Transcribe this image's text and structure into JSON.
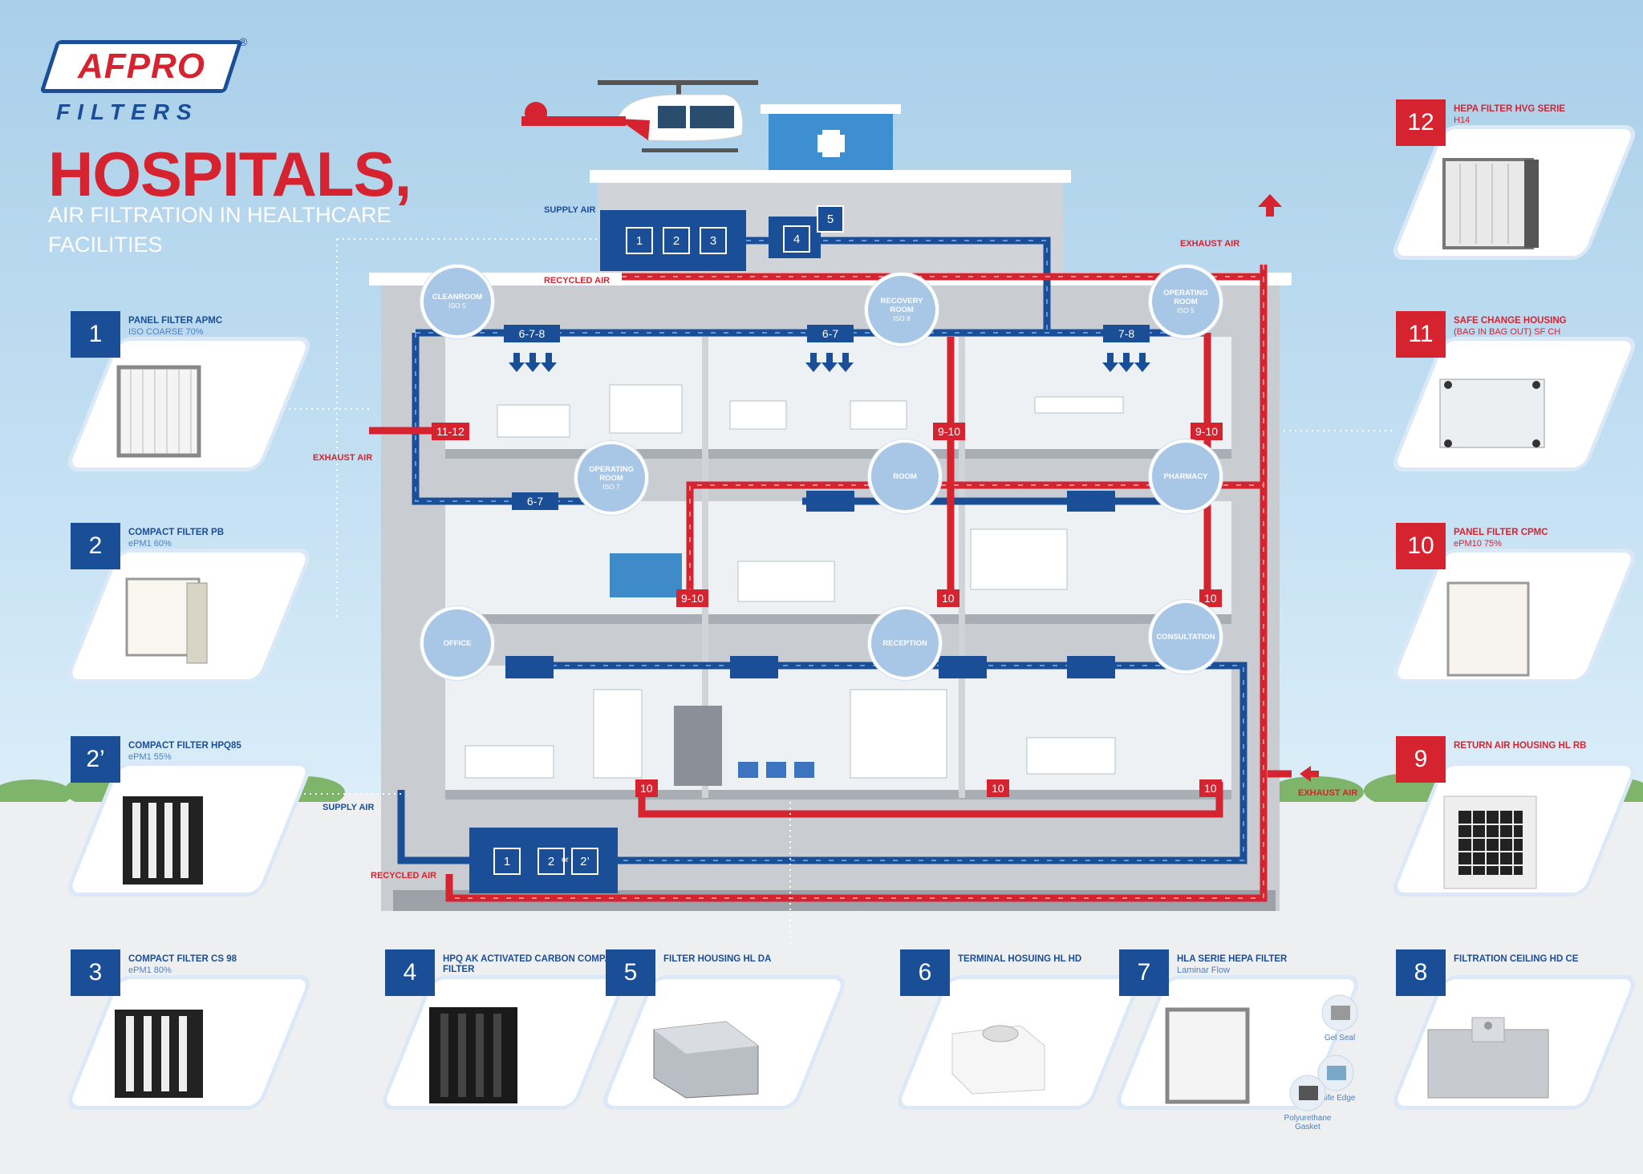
{
  "brand": {
    "name": "AFPRO",
    "sub": "FILTERS",
    "registered": "®"
  },
  "title": "HOSPITALS,",
  "subtitle": "AIR FILTRATION IN HEALTHCARE FACILITIES",
  "colors": {
    "blue": "#1a4e96",
    "red": "#d52330",
    "sky": "#a9cfe9",
    "bubble": "#a8c6e6"
  },
  "products": [
    {
      "num": "1",
      "name": "PANEL FILTER APMC",
      "spec": "ISO COARSE 70%",
      "color": "blue",
      "icon": "pleated-panel-filter"
    },
    {
      "num": "2",
      "name": "COMPACT FILTER PB",
      "spec": "ePM1 60%",
      "color": "blue",
      "icon": "compact-box-filter"
    },
    {
      "num": "2’",
      "name": "COMPACT FILTER HPQ85",
      "spec": "ePM1 55%",
      "color": "blue",
      "icon": "v-bank-filter"
    },
    {
      "num": "3",
      "name": "COMPACT FILTER CS 98",
      "spec": "ePM1 80%",
      "color": "blue",
      "icon": "v-bank-filter"
    },
    {
      "num": "4",
      "name": "HPQ AK ACTIVATED CARBON COMPACT FILTER",
      "spec": "",
      "color": "blue",
      "icon": "carbon-v-bank-filter"
    },
    {
      "num": "5",
      "name": "FILTER HOUSING HL DA",
      "spec": "",
      "color": "blue",
      "icon": "duct-housing"
    },
    {
      "num": "6",
      "name": "TERMINAL HOSUING HL HD",
      "spec": "",
      "color": "blue",
      "icon": "terminal-housing"
    },
    {
      "num": "7",
      "name": "HLA SERIE HEPA FILTER",
      "spec": "Laminar Flow",
      "color": "blue",
      "icon": "hepa-panel"
    },
    {
      "num": "8",
      "name": "FILTRATION CEILING HD CE",
      "spec": "",
      "color": "blue",
      "icon": "filtration-ceiling"
    },
    {
      "num": "9",
      "name": "RETURN AIR HOUSING HL RB",
      "spec": "",
      "color": "red",
      "icon": "return-grille"
    },
    {
      "num": "10",
      "name": "PANEL FILTER CPMC",
      "spec": "ePM10 75%",
      "color": "red",
      "icon": "panel-filter"
    },
    {
      "num": "11",
      "name": "SAFE CHANGE HOUSING",
      "spec": "(BAG IN BAG OUT) SF CH",
      "color": "red",
      "icon": "bibo-housing"
    },
    {
      "num": "12",
      "name": "HEPA FILTER HVG SERIE",
      "spec": "H14",
      "color": "red",
      "icon": "hepa-box-filter"
    }
  ],
  "seals": [
    "Gel Seal",
    "Knife Edge",
    "Polyurethane Gasket"
  ],
  "rooms": [
    {
      "name": "CLEANROOM",
      "iso": "ISO 5"
    },
    {
      "name": "RECOVERY ROOM",
      "iso": "ISO 8"
    },
    {
      "name": "OPERATING ROOM",
      "iso": "ISO 5"
    },
    {
      "name": "OPERATING ROOM",
      "iso": "ISO 7"
    },
    {
      "name": "ROOM",
      "iso": ""
    },
    {
      "name": "PHARMACY",
      "iso": ""
    },
    {
      "name": "OFFICE",
      "iso": ""
    },
    {
      "name": "RECEPTION",
      "iso": ""
    },
    {
      "name": "CONSULTATION",
      "iso": ""
    }
  ],
  "air_labels": {
    "supply_top": "SUPPLY AIR",
    "recycled_top": "RECYCLED AIR",
    "exhaust_top": "EXHAUST AIR",
    "exhaust_left": "EXHAUST AIR",
    "supply_bottom": "SUPPLY AIR",
    "recycled_bottom": "RECYCLED AIR",
    "exhaust_right": "EXHAUST AIR"
  },
  "supply_tags": [
    "6-7-8",
    "6-7",
    "7-8",
    "6-7"
  ],
  "return_tags": [
    "11-12",
    "9-10",
    "9-10",
    "9-10",
    "10",
    "10",
    "10",
    "10",
    "10"
  ],
  "ahu_top": [
    "1",
    "2",
    "3",
    "4",
    "5"
  ],
  "ahu_bottom": [
    "1",
    "2",
    "or",
    "2’"
  ]
}
